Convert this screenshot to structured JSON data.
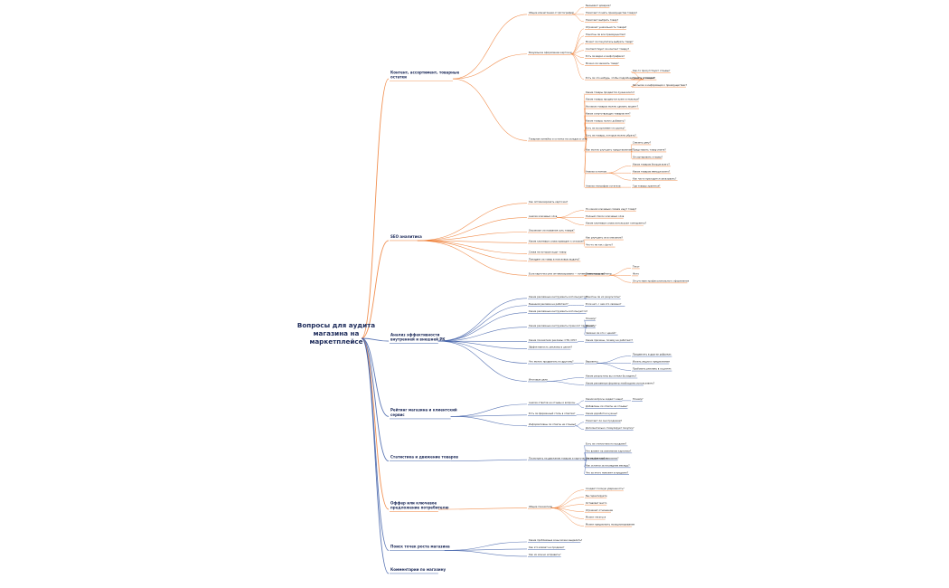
{
  "root": {
    "lines": [
      "Вопросы для аудита",
      "магазина на",
      "маркетплейсе"
    ]
  },
  "branches": [
    {
      "id": "content",
      "color": "#ef7d33",
      "lines": [
        "Контент, ассортимент, товарные",
        "остатки"
      ],
      "children": [
        {
          "text": "Общие впечатления от фотографий",
          "children": [
            {
              "text": "Вызывают доверие?"
            },
            {
              "text": "Помогают понять преимущества товара?"
            },
            {
              "text": "Помогают выбрать товар?"
            }
          ]
        },
        {
          "text": "Визуальное оформление карточки",
          "children": [
            {
              "text": "Отражает уникальность товара?"
            },
            {
              "text": "Понятны ли все преимущества?"
            },
            {
              "text": "Может ли покупатель выбрать товар?"
            },
            {
              "text": "Соответствует ли контент товару?"
            },
            {
              "text": "Есть ли видео и инфографика?"
            },
            {
              "text": "Можно ли заказать товар?"
            },
            {
              "text": "Есть ли что-нибудь, чтобы подробнее узнать о товаре?",
              "children": [
                {
                  "text": "Как-то присутствуют отзывы?"
                },
                {
                  "text": "Текст в описании?"
                },
                {
                  "text": "Рассылка и информация о преимуществах?"
                }
              ]
            }
          ]
        },
        {
          "text": "Товарная линейка и остатки на складах в сети",
          "children": [
            {
              "text": "Какие товары продаются лучше всего?"
            },
            {
              "text": "Какие товары продаются хуже остальных?"
            },
            {
              "text": "На каких товарах можно сделать акцент?"
            },
            {
              "text": "Каких сопутствующих товаров нет?"
            },
            {
              "text": "Какие товары нужно добавить?"
            },
            {
              "text": "Есть ли ассортимент по рынку?"
            },
            {
              "text": "Есть ли товары, которые можно убрать?"
            },
            {
              "text": "Как можно улучшить представление?",
              "children": [
                {
                  "text": "Снизить цену?"
                },
                {
                  "text": "Представить товар иначе?"
                },
                {
                  "text": "Отсортировать отзывы?"
                }
              ]
            },
            {
              "text": "Анализ остатков",
              "children": [
                {
                  "text": "Каких товаров больше всего?"
                },
                {
                  "text": "Каких товаров меньше всего?"
                },
                {
                  "text": "Как часто приходится заказывать?"
                }
              ]
            },
            {
              "text": "Анализ географии остатков",
              "children": [
                {
                  "text": "Где товары хранятся?"
                }
              ]
            }
          ]
        }
      ]
    },
    {
      "id": "seo",
      "color": "#ef7d33",
      "lines": [
        "SEO аналитика"
      ],
      "children": [
        {
          "text": "Как оптимизировать карточки?"
        },
        {
          "text": "Анализ ключевых слов",
          "children": [
            {
              "text": "По каким ключевым словам ищут товар?"
            },
            {
              "text": "Полный список ключевых слов"
            },
            {
              "text": "Какие ключевые слова используют конкуренты?"
            }
          ]
        },
        {
          "text": "Отражают ли названия суть товара?"
        },
        {
          "text": "Какие ключевые слова приводят к отказам?",
          "children": [
            {
              "text": "Как улучшить их в описании?"
            },
            {
              "text": "Что-то не так с фото?"
            }
          ]
        },
        {
          "text": "Слова на которые ищут товар"
        },
        {
          "text": "Попадает ли товар в поисковую выдачу?"
        },
        {
          "text": "Если карточка уже оптимизирована — почему мало продаж?",
          "children": [
            {
              "text": "Возможные причины",
              "children": [
                {
                  "text": "Текст"
                },
                {
                  "text": "Фото"
                },
                {
                  "text": "Отсутствие профессионального оформления"
                }
              ]
            }
          ]
        }
      ]
    },
    {
      "id": "ads",
      "color": "#3f5fa8",
      "lines": [
        "Анализ эффективности",
        "внутренней и внешней РК"
      ],
      "children": [
        {
          "text": "Какие рекламные инструменты используются?",
          "children": [
            {
              "text": "Понятны ли их результаты?"
            }
          ]
        },
        {
          "text": "Внешняя реклама не работает?",
          "children": [
            {
              "text": "Если нет, с чем это связано?"
            }
          ]
        },
        {
          "text": "Какие рекламные инструменты используются?"
        },
        {
          "text": "Какие рекламные инструменты приносят продажи?",
          "children": [
            {
              "text": "Почему?"
            },
            {
              "text": "Почему?"
            },
            {
              "text": "Связано ли это с ценой?"
            }
          ]
        },
        {
          "text": "Какие показатели рекламы: CTR, CPC?",
          "children": [
            {
              "text": "Какие причины, почему не работают?"
            }
          ]
        },
        {
          "text": "Эффективность рекламы в целом?"
        },
        {
          "text": "Что можно продвигать по-другому?",
          "children": [
            {
              "text": "Варианты",
              "children": [
                {
                  "text": "Продвигать в других рубриках"
                },
                {
                  "text": "Искать акции и предложения"
                },
                {
                  "text": "Пробовать рекламу в соцсетях"
                }
              ]
            }
          ]
        },
        {
          "text": "Итоговые цели",
          "children": [
            {
              "text": "Какие результаты вы хотели бы видеть?"
            },
            {
              "text": "Какие рекламные форматы необходимо использовать?"
            }
          ]
        }
      ]
    },
    {
      "id": "rating",
      "color": "#3f5fa8",
      "lines": [
        "Рейтинг магазина и клиентский",
        "сервис"
      ],
      "children": [
        {
          "text": "Анализ ответов на отзывы и вопросы",
          "children": [
            {
              "text": "Каким вопросы задают чаще?",
              "children": [
                {
                  "text": "Почему?"
                }
              ]
            },
            {
              "text": "Добавлены ли ответы на отзывы?"
            }
          ]
        },
        {
          "text": "Есть ли фирменный стиль в ответах?",
          "children": [
            {
              "text": "Какие доработки нужны?"
            }
          ]
        },
        {
          "text": "Информативны ли ответы на отзывы?",
          "children": [
            {
              "text": "Помогают ли они продажам?"
            },
            {
              "text": "Дополнительно стимулирует покупку?"
            }
          ]
        }
      ]
    },
    {
      "id": "stats",
      "color": "#3f5fa8",
      "lines": [
        "Статистика и движение товаров"
      ],
      "children": [
        {
          "text": "Посмотреть на движение товаров и карточек на маркетплейсе",
          "children": [
            {
              "text": "Есть ли статистика по продаже?"
            },
            {
              "text": "Что влияет на изменение картинки?"
            },
            {
              "text": "Какие факторы повлияли?"
            },
            {
              "text": "Как остатки за последние месяцы?"
            },
            {
              "text": "Что из этого поможет в продаже?"
            }
          ]
        }
      ]
    },
    {
      "id": "offer",
      "color": "#ef7d33",
      "lines": [
        "Оффер или ключевое",
        "предложение потребителю"
      ],
      "children": [
        {
          "text": "Общие показатели",
          "children": [
            {
              "text": "Создают полную уверенность?"
            },
            {
              "text": "Вы гарантируете"
            },
            {
              "text": "Оставляет место"
            },
            {
              "text": "Отражает отношение"
            },
            {
              "text": "Может тягаться"
            },
            {
              "text": "Может предложить позиционирование"
            }
          ]
        }
      ]
    },
    {
      "id": "growth",
      "color": "#3f5fa8",
      "lines": [
        "Поиск точек роста магазина"
      ],
      "children": [
        {
          "text": "Какие проблемные зоны можно выделить?"
        },
        {
          "text": "Как это влияет на продажи?"
        },
        {
          "text": "Как их можно исправить?"
        }
      ]
    },
    {
      "id": "comments",
      "color": "#3f5fa8",
      "lines": [
        "Комментарии по магазину"
      ],
      "children": []
    }
  ]
}
